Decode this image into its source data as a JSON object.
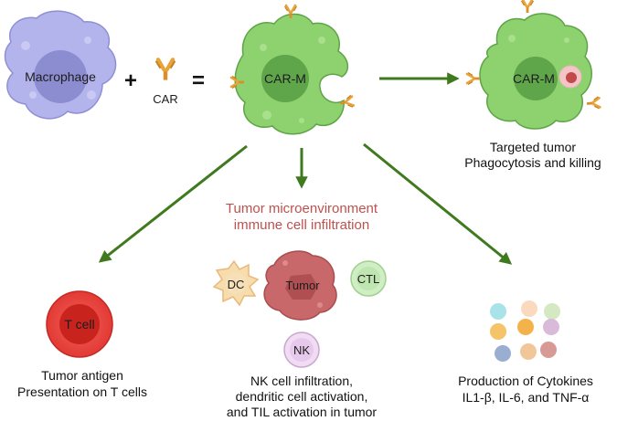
{
  "cells": {
    "macrophage": "Macrophage",
    "car": "CAR",
    "car_m": "CAR-M",
    "car_m_target": "CAR-M",
    "t_cell": "T cell",
    "dc": "DC",
    "tumor": "Tumor",
    "ctl": "CTL",
    "nk": "NK"
  },
  "operators": {
    "plus": "+",
    "equals": "="
  },
  "outcomes": {
    "phagocytosis": [
      "Targeted tumor",
      "Phagocytosis and killing"
    ],
    "tme_title": [
      "Tumor microenvironment",
      "immune cell infiltration"
    ],
    "antigen": [
      "Tumor antigen",
      "Presentation on T cells"
    ],
    "nk": [
      "NK cell infiltration,",
      "dendritic cell activation,",
      "and TIL activation in tumor"
    ],
    "cytokines": [
      "Production of Cytokines",
      "IL1-β, IL-6, and TNF-α"
    ]
  },
  "colors": {
    "macrophage": "#b4b4ec",
    "car_m": "#8ed16f",
    "arrow": "#3f7a1e",
    "tme_title": "#c0504d",
    "t_cell": "#e9443e",
    "tumor": "#c9686a",
    "antibody": "#e8a33a"
  }
}
